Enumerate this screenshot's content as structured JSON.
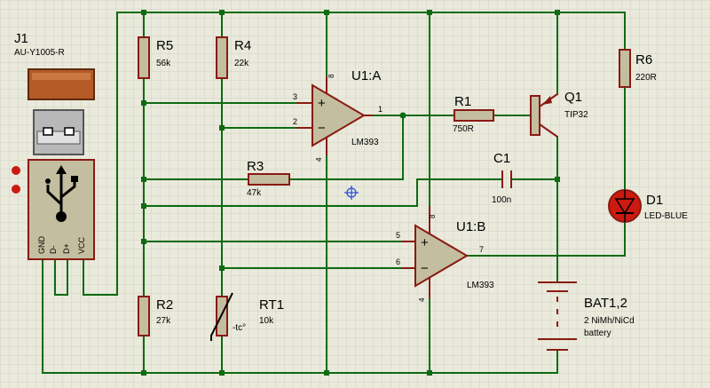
{
  "colors": {
    "background": "#e9e9dc",
    "grid": "#d2d2c2",
    "wire": "#0d6b12",
    "component": "#8a1a12",
    "component_fill": "#c4bea0",
    "led_fill": "#cc1a10",
    "usb_cap": "#b35a26",
    "cursor": "#2a4bd6"
  },
  "j1": {
    "ref": "J1",
    "part": "AU-Y1005-R",
    "pins": [
      "GND",
      "D-",
      "D+",
      "VCC"
    ],
    "icon": "usb-icon"
  },
  "r5": {
    "ref": "R5",
    "value": "56k"
  },
  "r4": {
    "ref": "R4",
    "value": "22k"
  },
  "r3": {
    "ref": "R3",
    "value": "47k"
  },
  "r2": {
    "ref": "R2",
    "value": "27k"
  },
  "r1": {
    "ref": "R1",
    "value": "750R"
  },
  "r6": {
    "ref": "R6",
    "value": "220R"
  },
  "rt1": {
    "ref": "RT1",
    "value": "10k",
    "tc": "-tc°"
  },
  "u1a": {
    "ref": "U1:A",
    "part": "LM393",
    "pins": {
      "inp": "3",
      "inn": "2",
      "out": "1",
      "vcc": "8",
      "gnd": "4"
    }
  },
  "u1b": {
    "ref": "U1:B",
    "part": "LM393",
    "pins": {
      "inp": "5",
      "inn": "6",
      "out": "7",
      "vcc": "8",
      "gnd": "4"
    }
  },
  "q1": {
    "ref": "Q1",
    "part": "TIP32"
  },
  "c1": {
    "ref": "C1",
    "value": "100n"
  },
  "d1": {
    "ref": "D1",
    "part": "LED-BLUE"
  },
  "bat": {
    "ref": "BAT1,2",
    "line1": "2 NiMh/NiCd",
    "line2": "battery"
  },
  "opamp_signs": {
    "plus": "+",
    "minus": "−"
  }
}
